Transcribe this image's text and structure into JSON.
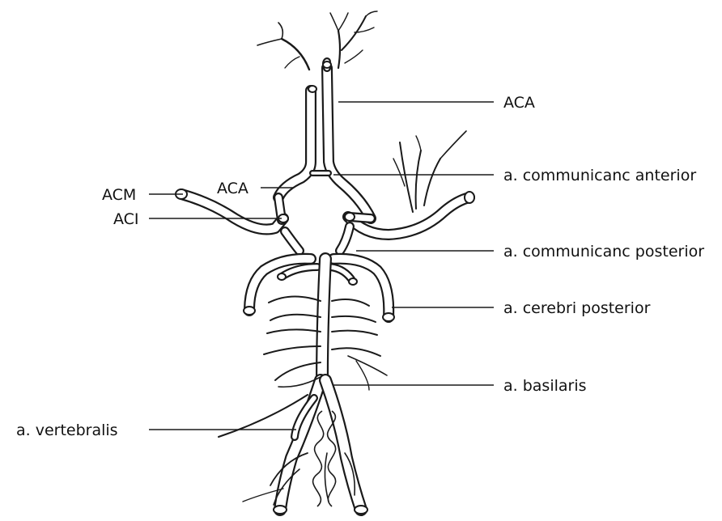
{
  "diagram": {
    "labels": {
      "aca_top": "ACA",
      "comm_anterior": "a. communicanc anterior",
      "acm": "ACM",
      "aca_left": "ACA",
      "aci": "ACI",
      "comm_posterior": "a. communicanc posterior",
      "cerebri_posterior": "a. cerebri posterior",
      "basilaris": "a. basilaris",
      "vertebralis": "a. vertebralis"
    },
    "colors": {
      "line": "#1a1a1a",
      "background": "#ffffff"
    }
  }
}
